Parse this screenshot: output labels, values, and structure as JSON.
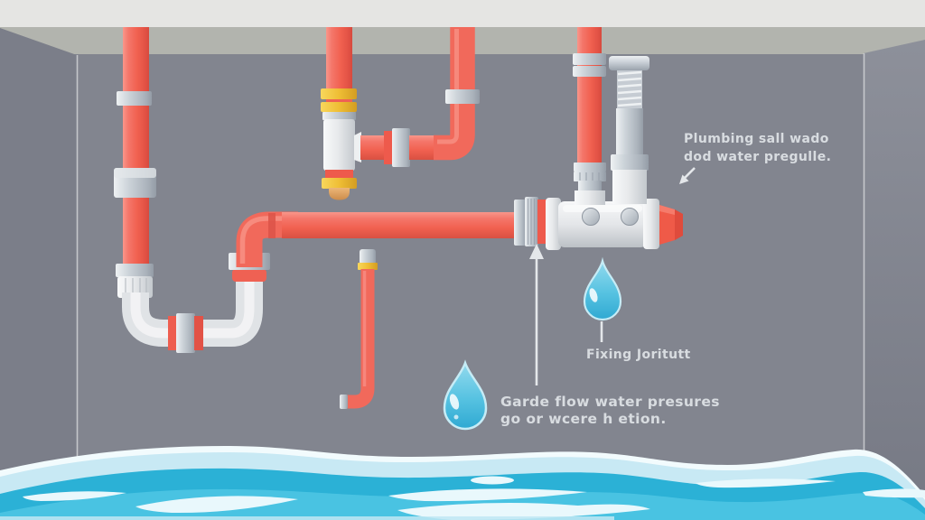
{
  "illustration": {
    "description": "Flat vector plumbing illustration: red pipes with gray and yellow fittings on a gray wall, a white U-trap, a pressure valve assembly, falling water drops and a pool of water at the bottom",
    "notes": {
      "top_right": {
        "line1": "Plumbing sall wado",
        "line2": "dod water pregulle."
      },
      "joint_label": "Fixing Joritutt",
      "bottom": {
        "line1": "Garde flow water presures",
        "line2": "go or wcere h etion."
      }
    },
    "icons": {
      "drops": [
        "water-drop-icon",
        "water-drop-icon"
      ],
      "arrows": [
        "arrow-up-icon",
        "arrow-down-left-icon"
      ]
    },
    "colors": {
      "ceiling": "#e5e5e3",
      "soffit": "#b2b4ae",
      "wall": "#82858f",
      "left_wall": "#7b7e89",
      "right_wall": "#8b8e98",
      "pipe_red": "#f1695b",
      "pipe_red_light": "#f8978a",
      "pipe_red_dark": "#dd5449",
      "fitting_gray": "#c3c9d0",
      "fitting_yellow": "#efbe35",
      "brass_cap": "#dca05f",
      "pipe_white": "#e7e9eb",
      "drop_blue": "#56c2e1",
      "water_crest": "#f2fbfd",
      "water_pale": "#c8e9f4",
      "water_teal": "#2bb1d6",
      "water_main": "#49c3e2",
      "annotation": "#e4e7ea"
    }
  }
}
